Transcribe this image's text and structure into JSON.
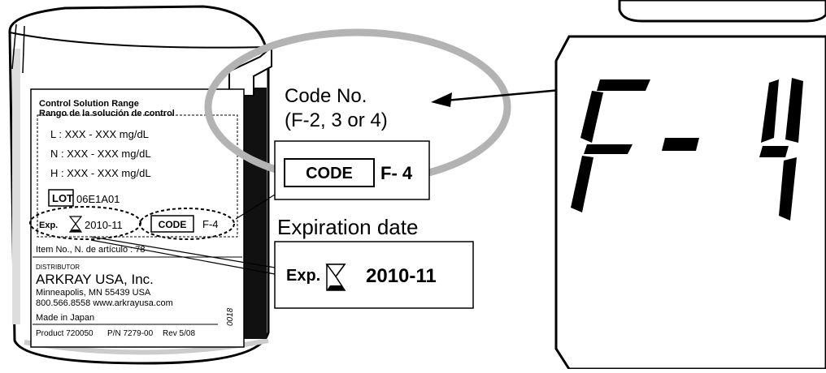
{
  "label": {
    "title_en": "Control Solution Range",
    "title_es": "Rango de la solución de control",
    "range_L": "L : XXX - XXX  mg/dL",
    "range_N": "N : XXX - XXX  mg/dL",
    "range_H": "H : XXX - XXX  mg/dL",
    "lot_tag": "LOT",
    "lot_value": "06E1A01",
    "exp_tag": "Exp.",
    "exp_value": "2010-11",
    "code_tag": "CODE",
    "code_value": "F-4",
    "item_no": "Item No., N. de artículo : 78",
    "distributor_tag": "DISTRIBUTOR",
    "company": "ARKRAY USA, Inc.",
    "city": "Minneapolis, MN 55439 USA",
    "contact": "800.566.8558   www.arkrayusa.com",
    "made_in": "Made in Japan",
    "product": "Product 720050",
    "pn": "P/N 7279-00",
    "rev": "Rev 5/08",
    "side_code": "0018"
  },
  "callouts": {
    "code_no": "Code No.",
    "code_options": "(F-2, 3 or 4)",
    "code_box_tag": "CODE",
    "code_box_value": "F- 4",
    "expiration_label": "Expiration date",
    "exp_box_tag": "Exp.",
    "exp_box_value": "2010-11"
  },
  "display": {
    "shown": "F-4"
  }
}
